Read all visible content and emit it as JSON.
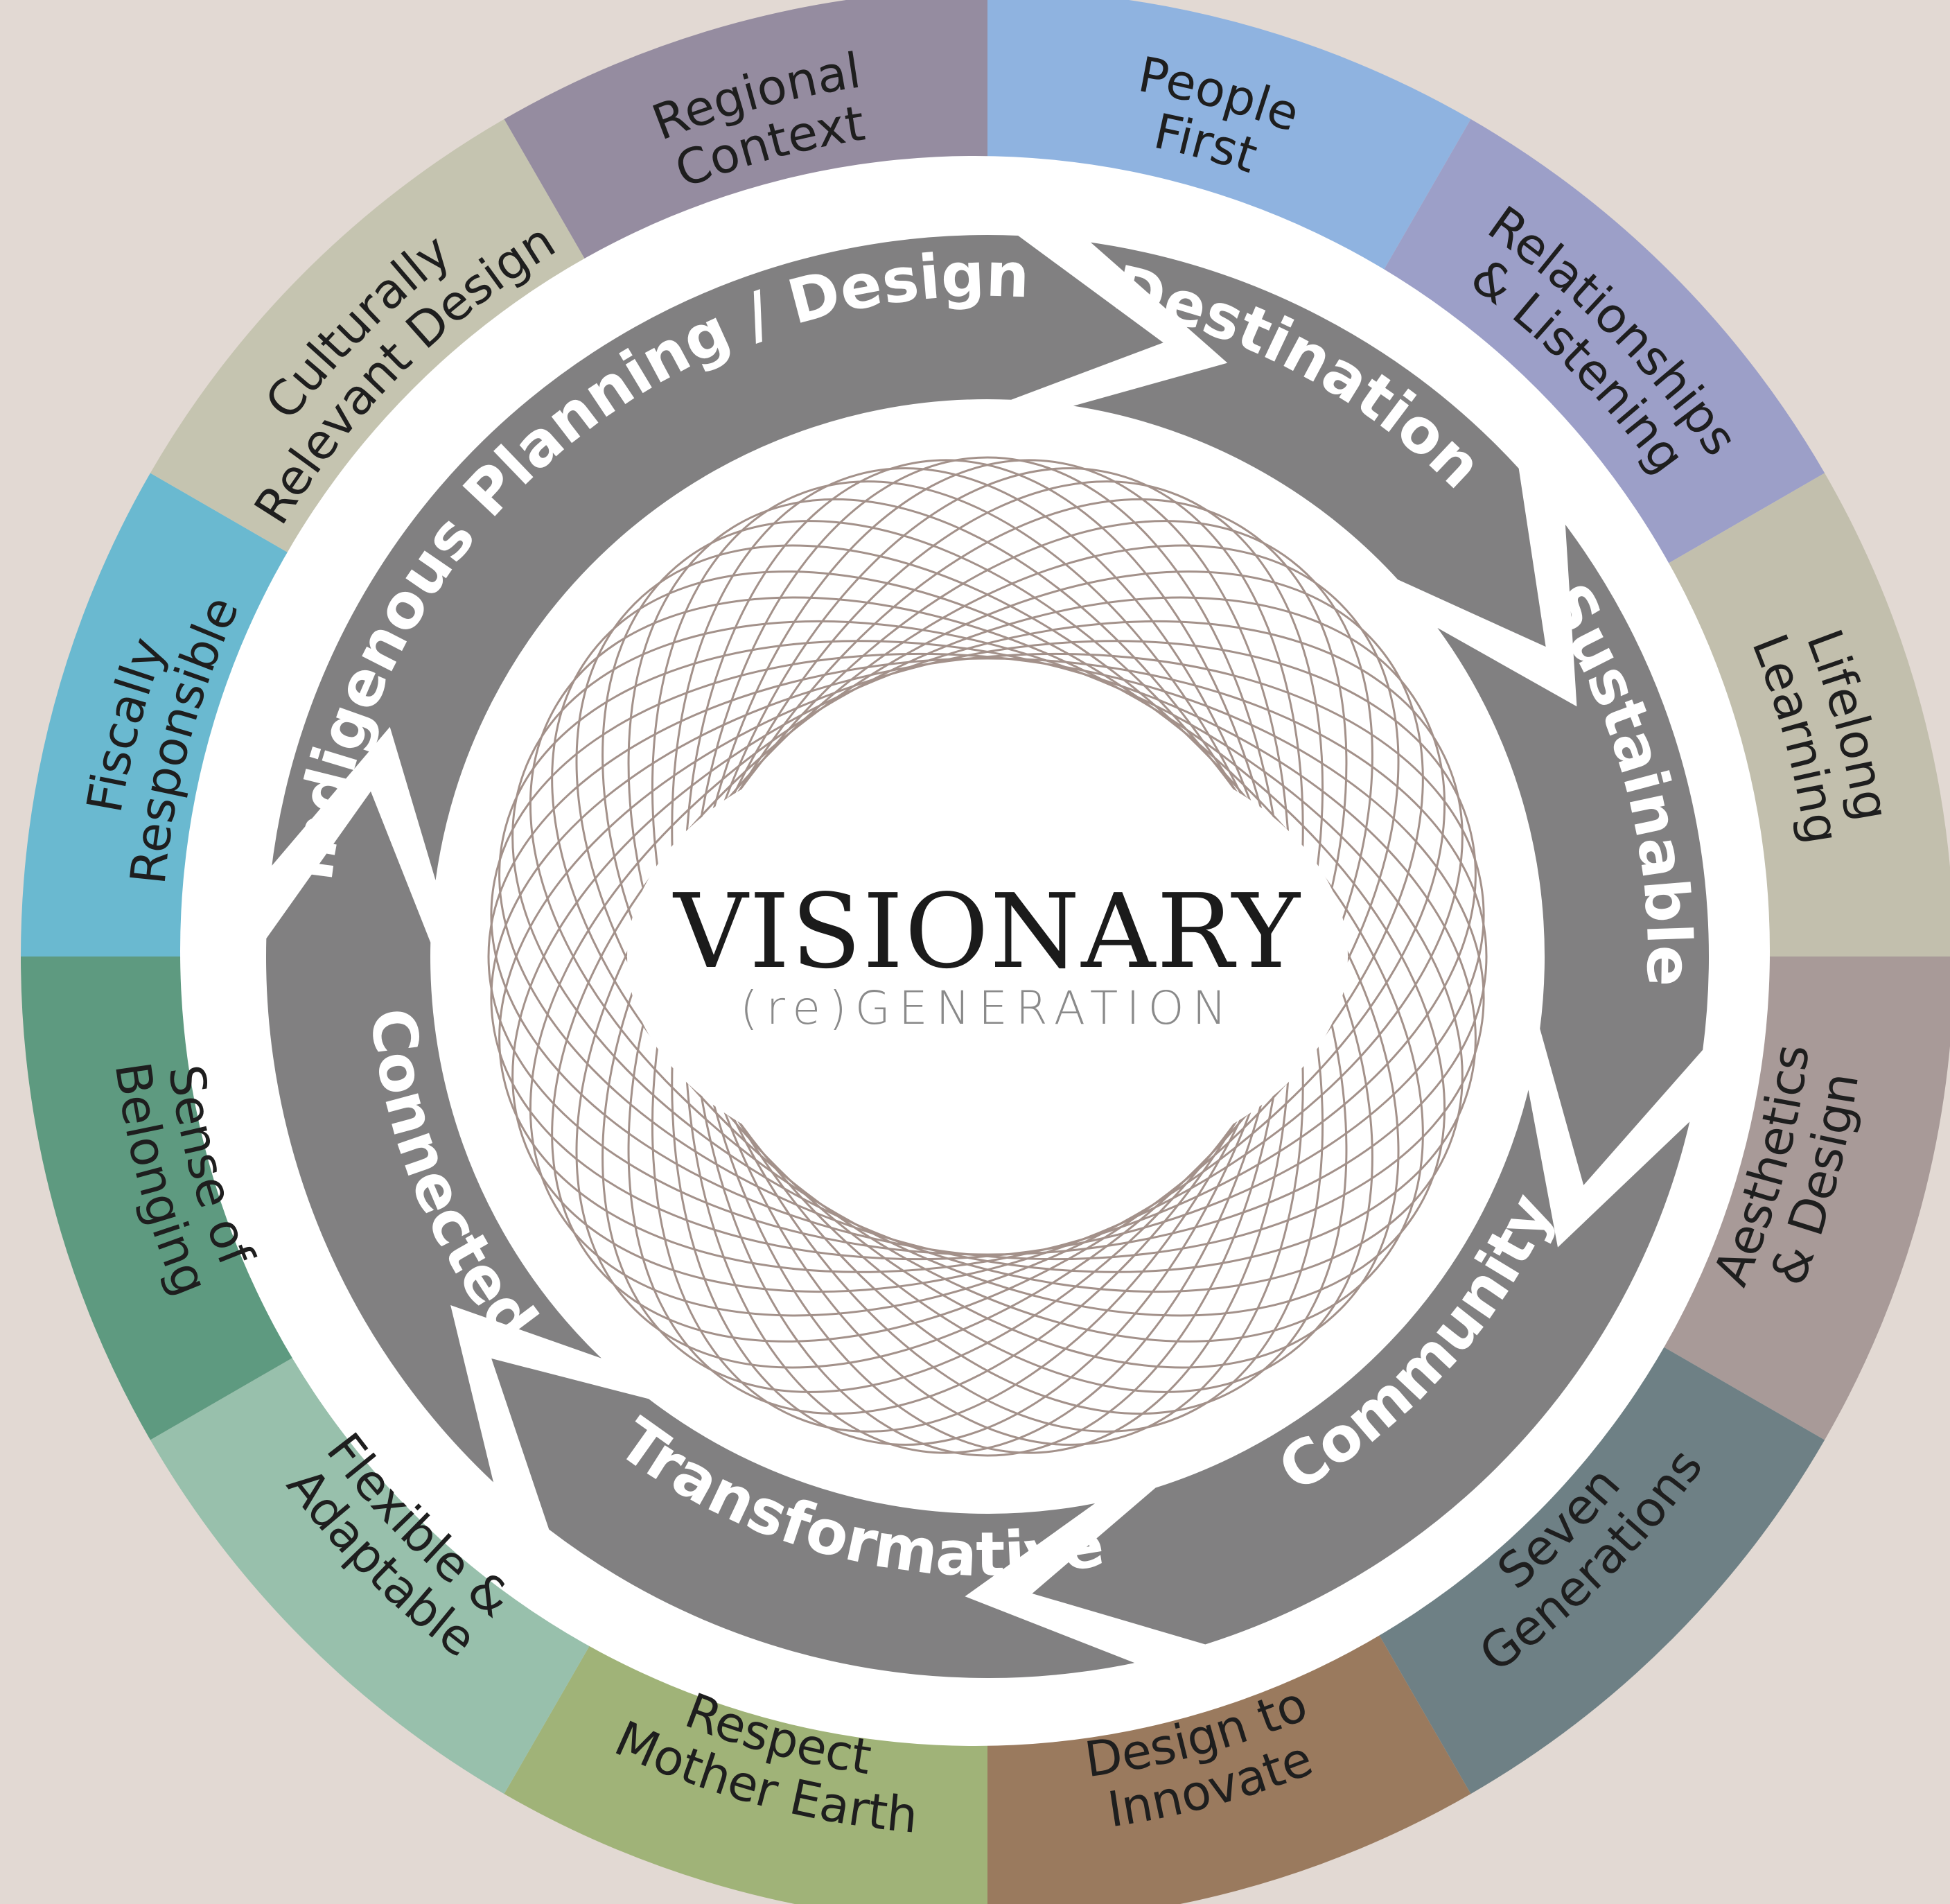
{
  "center": {
    "title": "VISIONARY",
    "subtitle": "(re)GENERATION"
  },
  "inner_ring": [
    {
      "label": "Indigenous Planning / Design"
    },
    {
      "label": "Destination"
    },
    {
      "label": "Sustainable"
    },
    {
      "label": "Community"
    },
    {
      "label": "Transformative"
    },
    {
      "label": "Connected"
    }
  ],
  "outer_ring": [
    {
      "lines": [
        "People",
        "First"
      ],
      "color": "#8fb3e0"
    },
    {
      "lines": [
        "Relationships",
        "& Listening"
      ],
      "color": "#9c9fc8"
    },
    {
      "lines": [
        "Lifelong",
        "Learning"
      ],
      "color": "#c2bfad"
    },
    {
      "lines": [
        "Aesthetics",
        "& Design"
      ],
      "color": "#a89a98"
    },
    {
      "lines": [
        "Seven",
        "Generations"
      ],
      "color": "#6e8085"
    },
    {
      "lines": [
        "Design to",
        "Innovate"
      ],
      "color": "#9a7a5e"
    },
    {
      "lines": [
        "Respect",
        "Mother Earth"
      ],
      "color": "#a0b378"
    },
    {
      "lines": [
        "Flexible &",
        "Adaptable"
      ],
      "color": "#98c0ac"
    },
    {
      "lines": [
        "Sense of",
        "Belonging"
      ],
      "color": "#5e9a80"
    },
    {
      "lines": [
        "Fiscally",
        "Responsible"
      ],
      "color": "#6ab9d0"
    },
    {
      "lines": [
        "Culturally",
        "Relevant Design"
      ],
      "color": "#c5c4b0"
    },
    {
      "lines": [
        "Regional",
        "Context"
      ],
      "color": "#958ca0"
    }
  ],
  "colors": {
    "background": "#e2d9d3",
    "inner_ring": "#818081",
    "separator": "#ffffff",
    "spiral": "#a3918a"
  }
}
